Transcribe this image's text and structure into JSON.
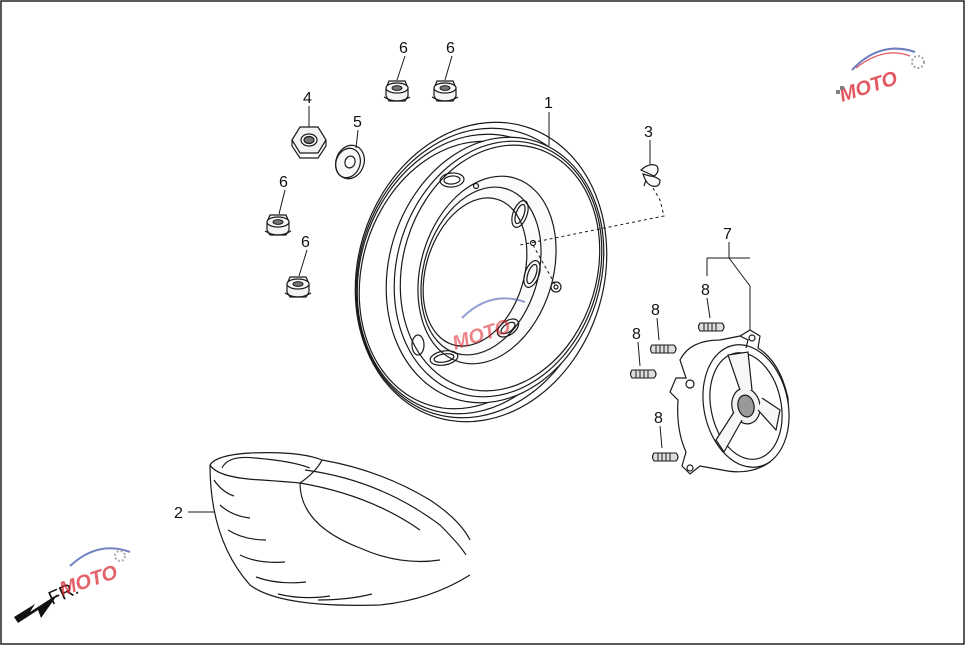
{
  "diagram": {
    "callouts": [
      "1",
      "2",
      "3",
      "4",
      "5",
      "6",
      "7",
      "8"
    ],
    "direction_label": "FR.",
    "watermark_text": "MOTO"
  },
  "colors": {
    "line": "#1a1a1a",
    "frame": "#222222",
    "watermark_red": "#d9202a",
    "watermark_blue": "#3a4fa8"
  },
  "icons": {
    "direction": "arrow-down-left-icon",
    "watermark": "moto-logo-icon"
  }
}
